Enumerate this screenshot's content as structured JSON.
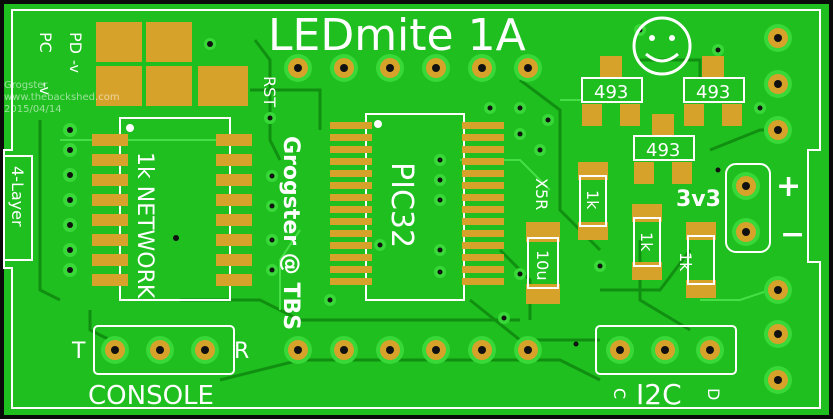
{
  "board": {
    "title": "LEDmite 1A",
    "watermark_line1": "Grogster",
    "watermark_line2": "www.thebackshed.com",
    "watermark_line3": "2015/04/14",
    "left_label_pc": "PC",
    "left_label_pd": "PD",
    "left_arrow_1": "-v",
    "left_arrow_2": "-v",
    "side_label": "4-Layer",
    "rst_label": "RST",
    "network_label": "1k NETWORK",
    "author_label": "Grogster @ TBS",
    "mcu_label": "PIC32",
    "x5r_label": "X5R",
    "res1_label": "1k",
    "res2_label": "1k",
    "res3_label": "1k",
    "cap_label": "10u",
    "ic1_label": "493",
    "ic2_label": "493",
    "ic3_label": "493",
    "voltage_label": "3v3",
    "plus_label": "+",
    "minus_label": "−",
    "console_label": "CONSOLE",
    "console_t": "T",
    "console_r": "R",
    "i2c_label": "I2C",
    "i2c_c": "C",
    "i2c_d": "D",
    "smiley": "☺"
  },
  "colors": {
    "board": "#22c022",
    "copper_dark": "#119911",
    "trace": "#38d838",
    "pad": "#d6a22a",
    "pad_dark": "#a87410",
    "hole": "#111111",
    "silk": "#ffffff"
  }
}
